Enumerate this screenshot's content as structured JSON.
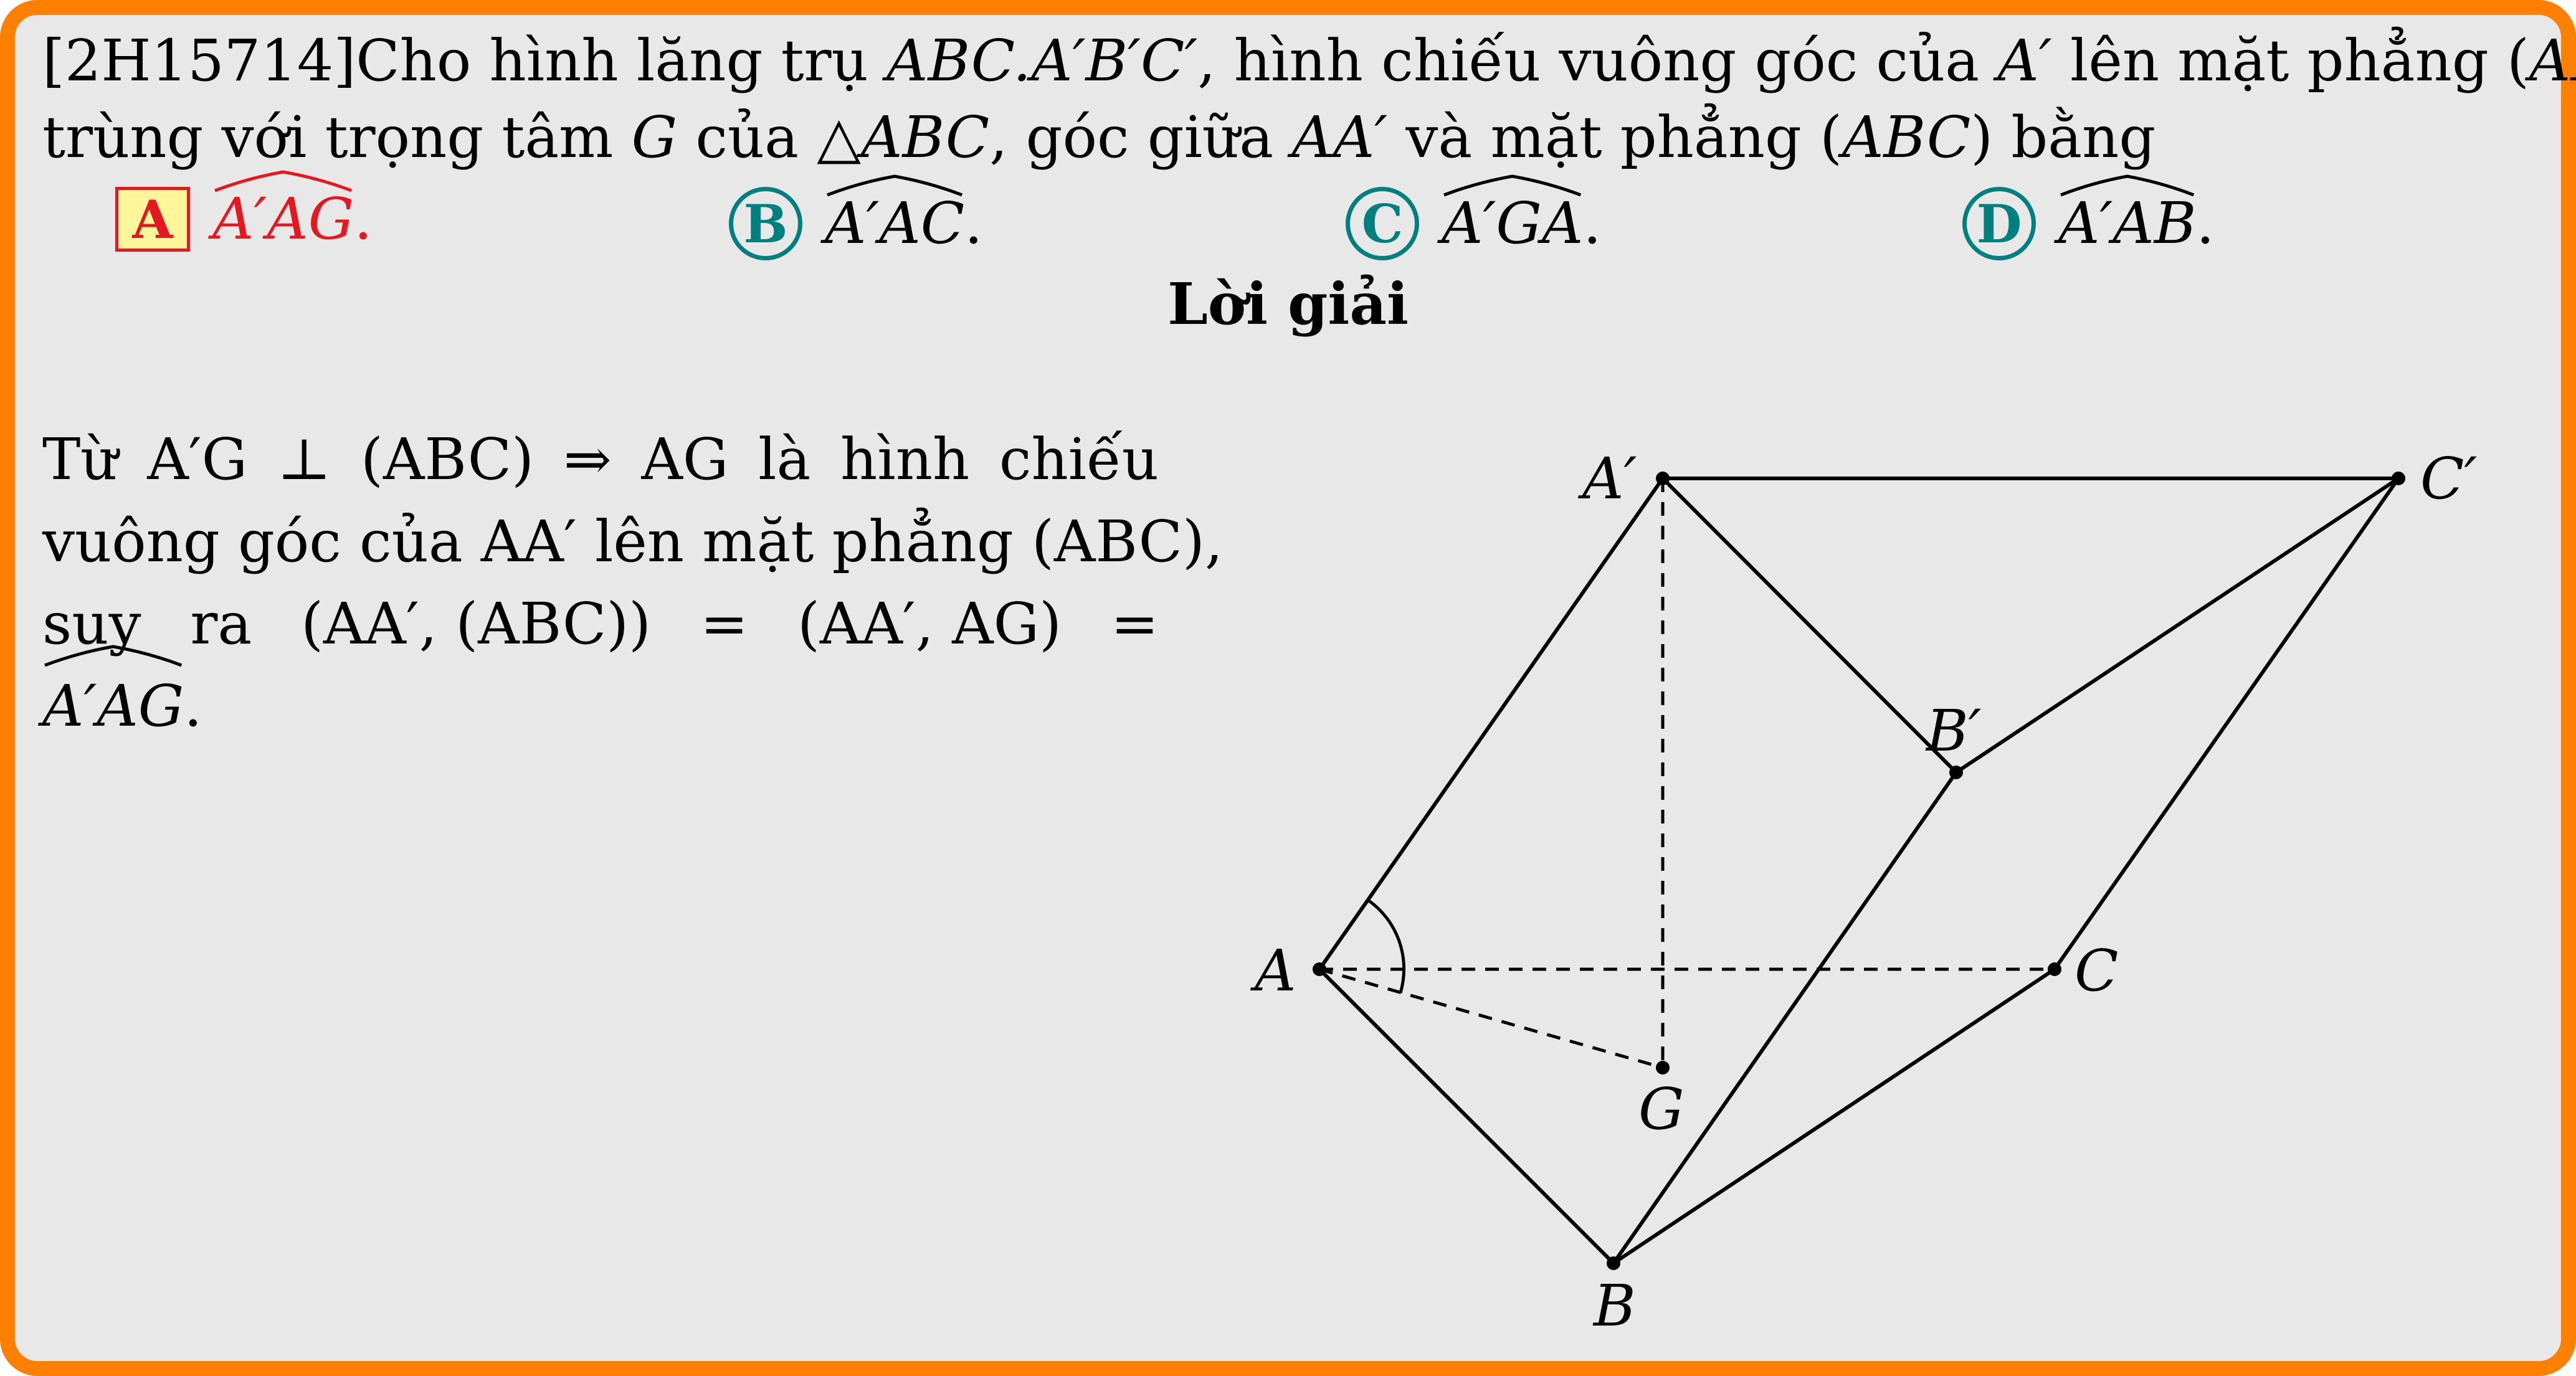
{
  "question": {
    "code": "[2H15714]",
    "line1_parts": [
      {
        "t": "Cho hình lăng trụ ",
        "m": false
      },
      {
        "t": "ABC.A′B′C′",
        "m": true
      },
      {
        "t": ", hình chiếu vuông góc của ",
        "m": false
      },
      {
        "t": "A′",
        "m": true
      },
      {
        "t": " lên mặt phẳng (",
        "m": false
      },
      {
        "t": "ABC",
        "m": true
      },
      {
        "t": ")",
        "m": false
      }
    ],
    "line2_parts": [
      {
        "t": "trùng với trọng tâm ",
        "m": false
      },
      {
        "t": "G",
        "m": true
      },
      {
        "t": " của △",
        "m": false
      },
      {
        "t": "ABC",
        "m": true
      },
      {
        "t": ", góc giữa ",
        "m": false
      },
      {
        "t": "AA′",
        "m": true
      },
      {
        "t": " và mặt phẳng (",
        "m": false
      },
      {
        "t": "ABC",
        "m": true
      },
      {
        "t": ") bằng",
        "m": false
      }
    ]
  },
  "choices": [
    {
      "letter": "A",
      "angle": "A′AG",
      "suffix": ".",
      "correct": true
    },
    {
      "letter": "B",
      "angle": "A′AC",
      "suffix": ".",
      "correct": false
    },
    {
      "letter": "C",
      "angle": "A′GA",
      "suffix": ".",
      "correct": false
    },
    {
      "letter": "D",
      "angle": "A′AB",
      "suffix": ".",
      "correct": false
    }
  ],
  "solution": {
    "heading": "Lời giải",
    "line1": [
      "Từ",
      "A′G",
      "⊥",
      "(ABC)",
      "⇒",
      "AG",
      "là",
      "hình",
      "chiếu"
    ],
    "line2": "vuông góc của AA′ lên mặt phẳng (ABC),",
    "line3": [
      "suy",
      "ra",
      "(AA′, (ABC))",
      "=",
      "(AA′, AG)",
      "="
    ],
    "line4_angle": "A′AG",
    "line4_suffix": "."
  },
  "figure": {
    "labels": {
      "A1": "A′",
      "C1": "C′",
      "B1": "B′",
      "A": "A",
      "C": "C",
      "G": "G",
      "B": "B"
    }
  },
  "colors": {
    "frame": "#ff7f00",
    "background": "#e8e8e8",
    "correct": "#e8161e",
    "badge_fill": "#fff59a",
    "choice_circle": "#007f7f"
  }
}
